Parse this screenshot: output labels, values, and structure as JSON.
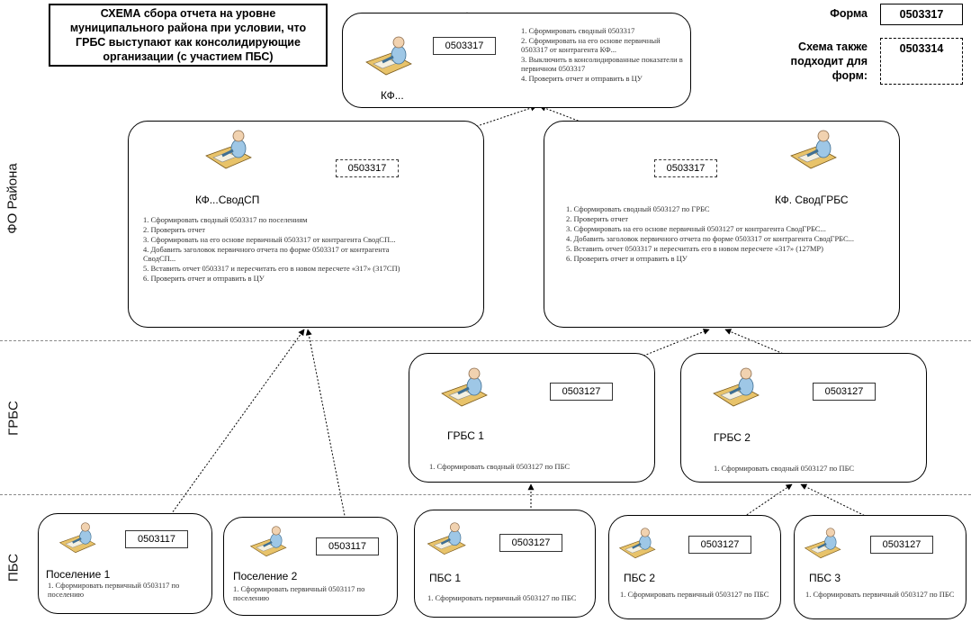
{
  "title": "СХЕМА сбора отчета на уровне муниципального района при условии, что ГРБС выступают как консолидирующие организации (с участием ПБС)",
  "forma": {
    "label": "Форма",
    "value": "0503317"
  },
  "also_for": {
    "label": "Схема также подходит для форм:",
    "value": "0503314"
  },
  "levels": {
    "fo": "ФО Района",
    "grbs": "ГРБС",
    "pbs": "ПБС"
  },
  "nodes": {
    "kf_top": {
      "name": "КФ...",
      "form": "0503317",
      "steps": [
        "1. Сформировать сводный 0503317",
        "2. Сформировать на его основе первичный 0503317 от контрагента КФ...",
        "3. Выключить в консолидированные показатели в первичном 0503317",
        "4. Проверить отчет и отправить в ЦУ"
      ]
    },
    "kf_svod_sp": {
      "name": "КФ...СводСП",
      "form": "0503317",
      "steps": [
        "1. Сформировать сводный 0503317 по поселениям",
        "2. Проверить отчет",
        "3. Сформировать на его основе первичный 0503317 от контрагента СводСП...",
        "4. Добавить заголовок первичного отчета по форме 0503317 от контрагента СводСП...",
        "5. Вставить отчет 0503317 и пересчитать его в новом пересчете «317» (317СП)",
        "6. Проверить отчет и отправить в ЦУ"
      ]
    },
    "kf_svod_grbs": {
      "name": "КФ. СводГРБС",
      "form": "0503317",
      "steps": [
        "1. Сформировать сводный 0503127 по ГРБС",
        "2. Проверить отчет",
        "3. Сформировать на его основе первичный 0503127 от контрагента СводГРБС...",
        "4. Добавить заголовок первичного отчета по форме 0503317 от контрагента СводГРБС...",
        "5. Вставить отчет 0503317 и пересчитать его в новом пересчете «317» (127МР)",
        "6. Проверить отчет и отправить в ЦУ"
      ]
    },
    "grbs1": {
      "name": "ГРБС 1",
      "form": "0503127",
      "steps": [
        "1. Сформировать сводный 0503127 по ПБС"
      ]
    },
    "grbs2": {
      "name": "ГРБС 2",
      "form": "0503127",
      "steps": [
        "1. Сформировать сводный 0503127 по ПБС"
      ]
    },
    "pos1": {
      "name": "Поселение 1",
      "form": "0503117",
      "steps": [
        "1. Сформировать первичный 0503117 по поселению"
      ]
    },
    "pos2": {
      "name": "Поселение 2",
      "form": "0503117",
      "steps": [
        "1. Сформировать первичный 0503117 по поселению"
      ]
    },
    "pbs1": {
      "name": "ПБС 1",
      "form": "0503127",
      "steps": [
        "1. Сформировать первичный 0503127 по ПБС"
      ]
    },
    "pbs2": {
      "name": "ПБС 2",
      "form": "0503127",
      "steps": [
        "1. Сформировать первичный 0503127 по ПБС"
      ]
    },
    "pbs3": {
      "name": "ПБС 3",
      "form": "0503127",
      "steps": [
        "1. Сформировать первичный 0503127 по ПБС"
      ]
    }
  },
  "colors": {
    "line": "#000000",
    "separator": "#8a8a8a",
    "operator_shirt": "#9ec7e6",
    "desk": "#e8c36a"
  }
}
